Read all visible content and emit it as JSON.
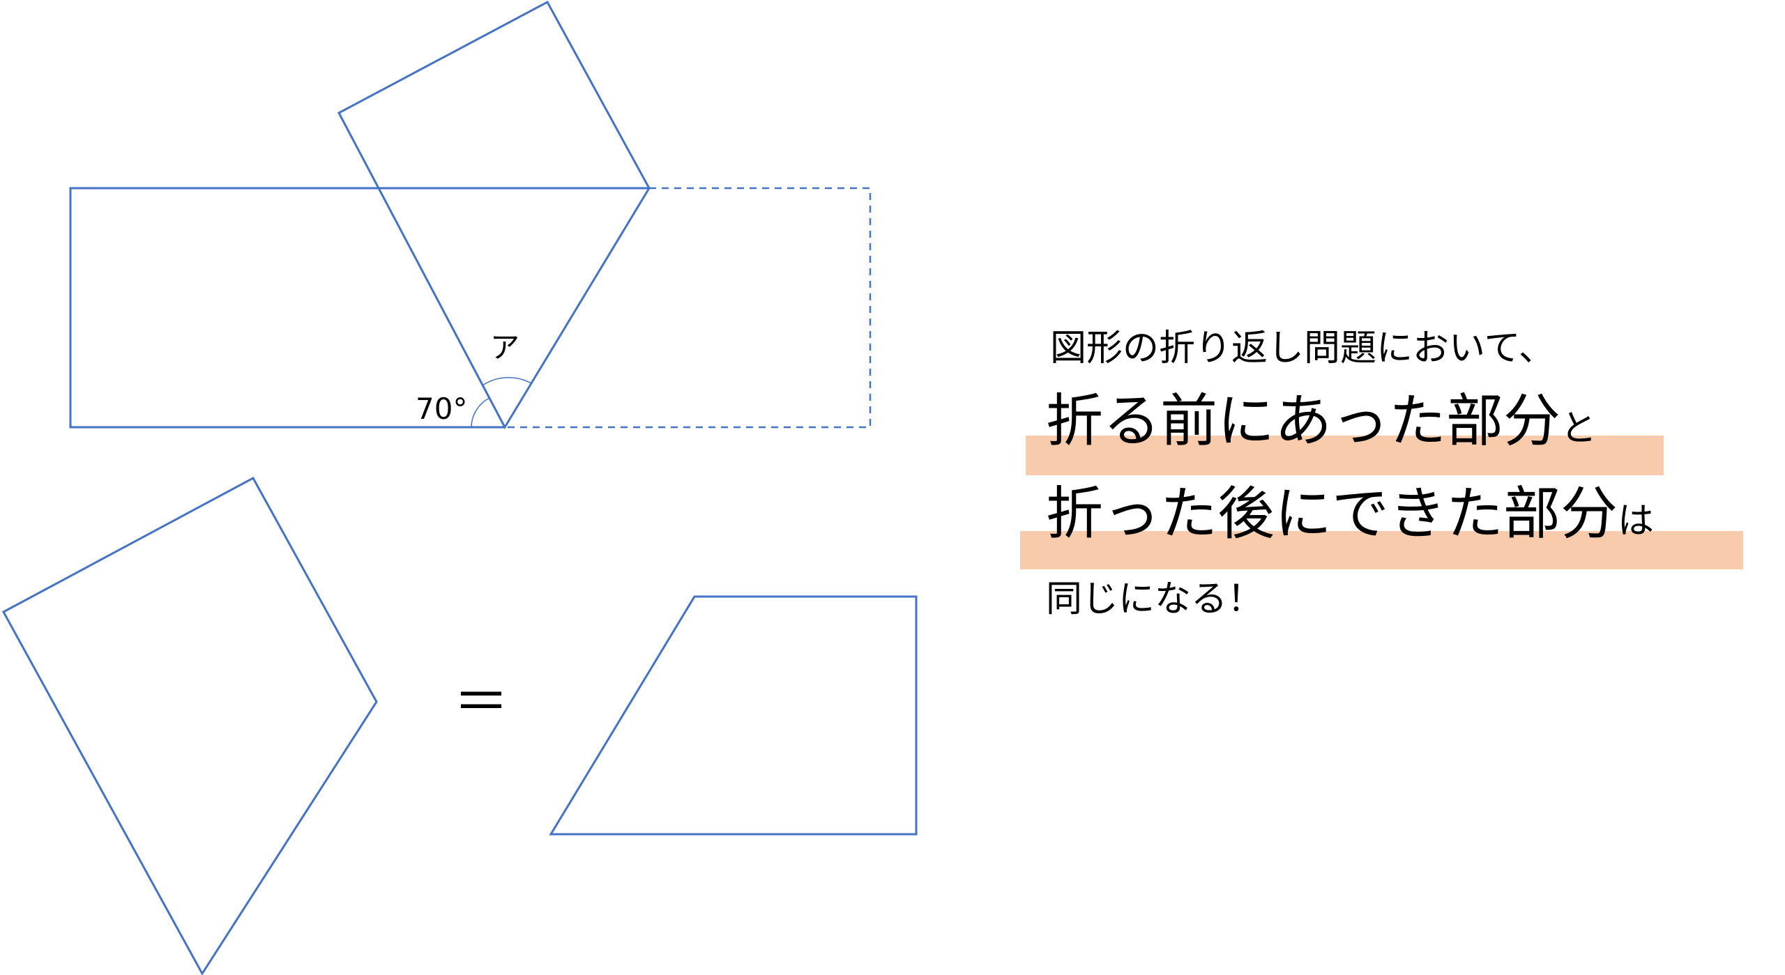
{
  "diagram": {
    "angle_given": "70°",
    "angle_unknown": "ア",
    "equals": "＝",
    "line_color": "#4472c4",
    "highlight_color": "#f7cbab"
  },
  "explanation": {
    "line1": "図形の折り返し問題において、",
    "line2_main": "折る前にあった部分",
    "line2_tail": "と",
    "line3_main": "折った後にできた部分",
    "line3_tail": "は",
    "line4": "同じになる！"
  }
}
